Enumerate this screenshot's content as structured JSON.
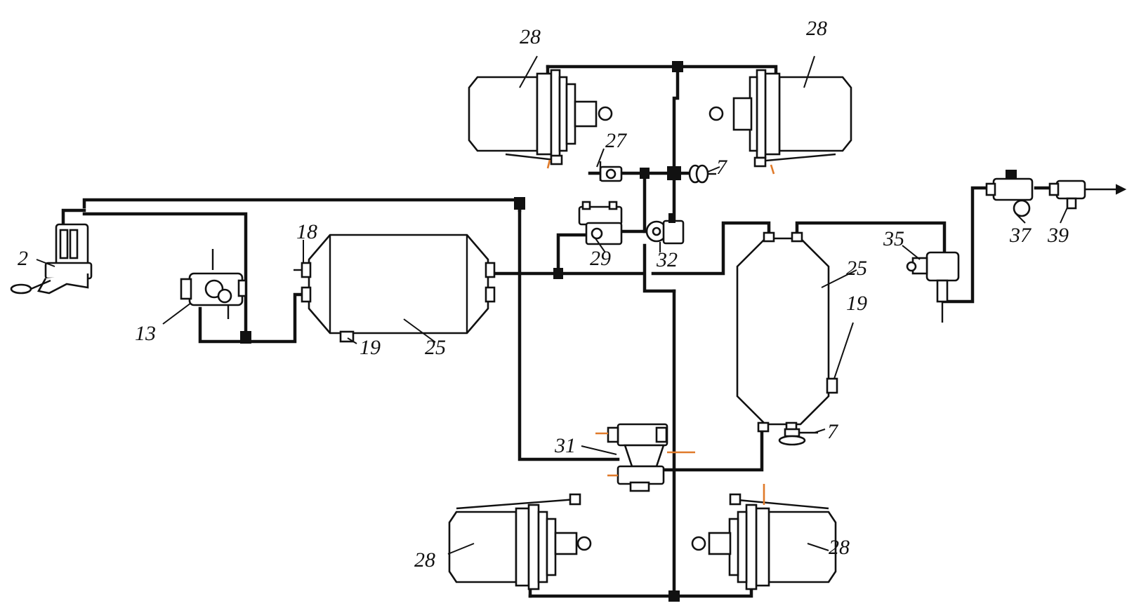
{
  "callouts": {
    "c2": "2",
    "c7a": "7",
    "c7b": "7",
    "c13": "13",
    "c18": "18",
    "c19a": "19",
    "c19b": "19",
    "c25a": "25",
    "c25b": "25",
    "c27": "27",
    "c28a": "28",
    "c28b": "28",
    "c28c": "28",
    "c28d": "28",
    "c29": "29",
    "c31": "31",
    "c32": "32",
    "c35": "35",
    "c37": "37",
    "c39": "39"
  },
  "colors": {
    "line": "#111111",
    "accent": "#e07a2a",
    "background": "#ffffff"
  }
}
